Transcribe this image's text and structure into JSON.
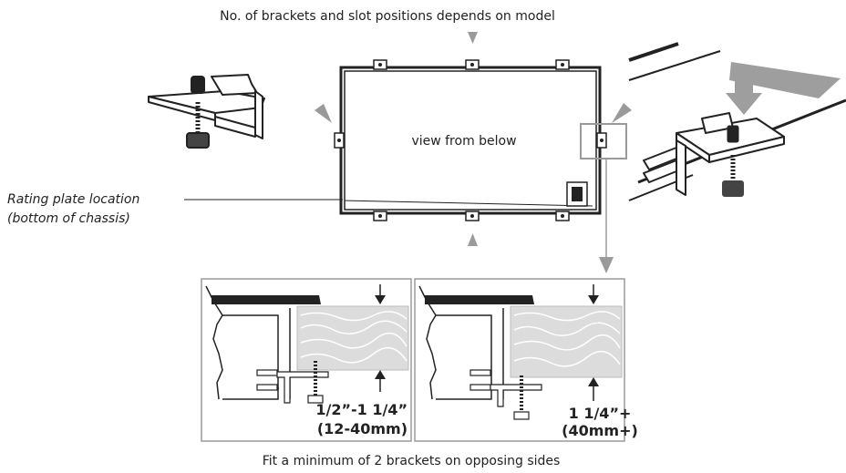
{
  "top_caption": "No. of brackets and slot positions depends on model",
  "center_label": "view from below",
  "rating_plate": {
    "line1": "Rating plate location",
    "line2": "(bottom of chassis)"
  },
  "detail_left": {
    "dim_line1": "1/2”-1 1/4”",
    "dim_line2": "(12-40mm)"
  },
  "detail_right": {
    "dim_line1": "1 1/4”+",
    "dim_line2": "(40mm+)"
  },
  "bottom_caption": "Fit a minimum of 2 brackets on opposing sides",
  "colors": {
    "ink": "#222222",
    "arrow_grey": "#9a9a9a",
    "wood_grey": "#dcdcdc",
    "panel_border": "#9a9a9a"
  }
}
